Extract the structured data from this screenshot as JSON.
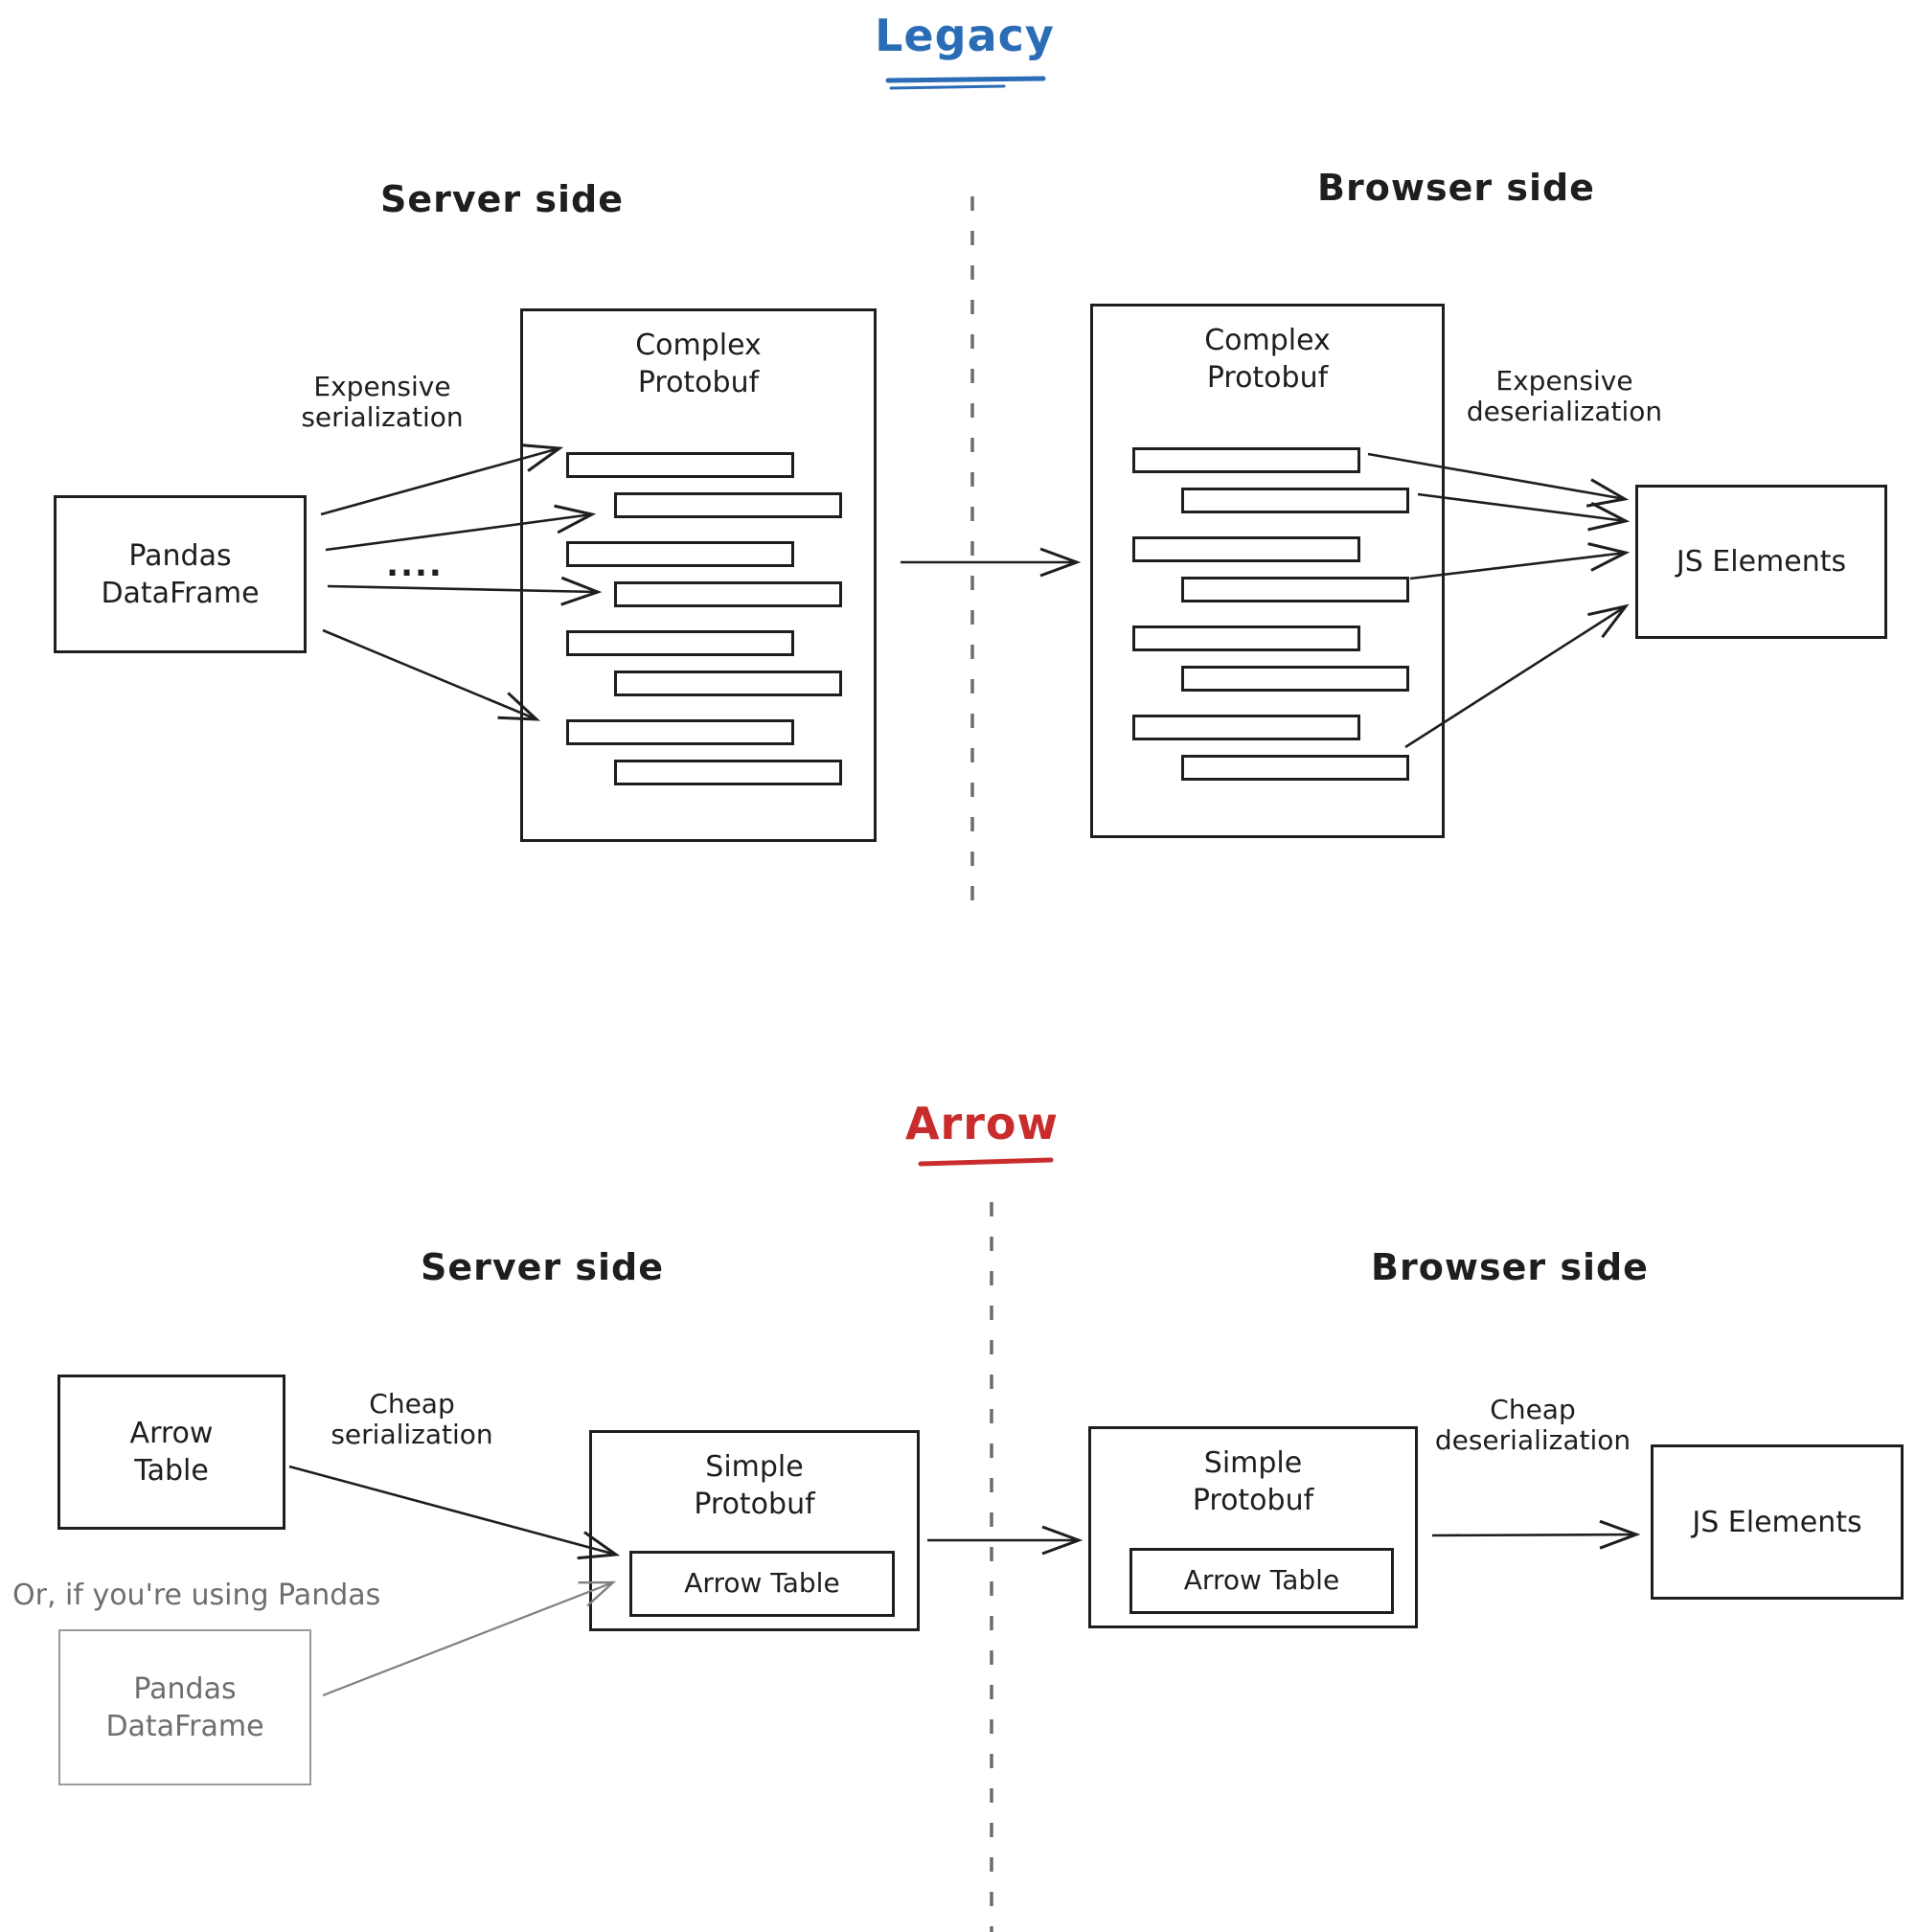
{
  "colors": {
    "ink": "#1e1e1e",
    "blue": "#2b6cb6",
    "red": "#c92c2c",
    "gray_text": "#6e6e6e",
    "gray_line": "#808080",
    "divider": "#6c6c6c"
  },
  "legacy": {
    "title": "Legacy",
    "server_label": "Server side",
    "browser_label": "Browser side",
    "source_box": "Pandas\nDataFrame",
    "serialization_label": "Expensive\nserialization",
    "dots": "....",
    "server_protobuf_title": "Complex\nProtobuf",
    "browser_protobuf_title": "Complex\nProtobuf",
    "deserialization_label": "Expensive\ndeserialization",
    "target_box": "JS Elements",
    "protobuf_bar_count": 8
  },
  "arrow": {
    "title": "Arrow",
    "server_label": "Server side",
    "browser_label": "Browser side",
    "source_box": "Arrow\nTable",
    "serialization_label": "Cheap\nserialization",
    "pandas_note": "Or, if you're using Pandas",
    "pandas_box": "Pandas\nDataFrame",
    "server_protobuf_title": "Simple\nProtobuf",
    "server_protobuf_payload": "Arrow Table",
    "browser_protobuf_title": "Simple\nProtobuf",
    "browser_protobuf_payload": "Arrow Table",
    "deserialization_label": "Cheap\ndeserialization",
    "target_box": "JS Elements"
  }
}
